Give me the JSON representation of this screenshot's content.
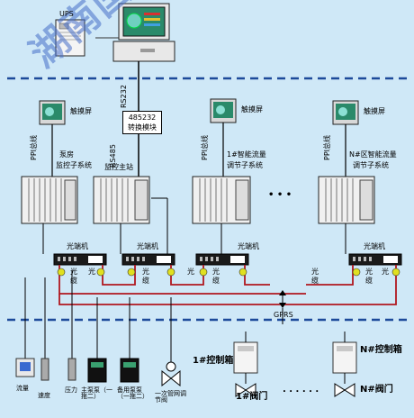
{
  "colors": {
    "background": "#cfe8f7",
    "dashed_line": "#1d4a9a",
    "fiber_line": "#b0171f",
    "watermark": "#4a6ec8"
  },
  "top": {
    "ups_label": "UPS"
  },
  "labels": {
    "screen": "触摸屏",
    "rs232": "RS232",
    "rs485": "RS485",
    "converter": [
      "485232",
      "转换模块"
    ],
    "ppi_bus": "PPI总线",
    "station_left": [
      "泵房",
      "监控子系统"
    ],
    "monitor_main": "监控主站",
    "station_mid": [
      "1#智能流量",
      "调节子系统"
    ],
    "station_right": [
      "N#区智能流量",
      "调节子系统"
    ],
    "optical_machine": "光端机",
    "optical_fiber": [
      "光",
      "缆"
    ],
    "gprs": "GPRS",
    "ellipsis": "• • •",
    "dots": ". . . . . ."
  },
  "field_devices": [
    {
      "id": "flow",
      "label": "流量"
    },
    {
      "id": "speed",
      "label": "速度"
    },
    {
      "id": "pressure",
      "label": "压力"
    },
    {
      "id": "pump_main",
      "label": "主泵泵（一拖二）"
    },
    {
      "id": "pump_backup",
      "label": "备用泵泵（一拖二）"
    },
    {
      "id": "valve_primary",
      "label": "一次管网调节阀"
    }
  ],
  "control_boxes": [
    {
      "id": "box1",
      "label": "1#控制箱",
      "valve_label": "1#阀门"
    },
    {
      "id": "boxN",
      "label": "N#控制箱",
      "valve_label": "N#阀门"
    }
  ],
  "watermark": "湖南国星云科技有限公司"
}
